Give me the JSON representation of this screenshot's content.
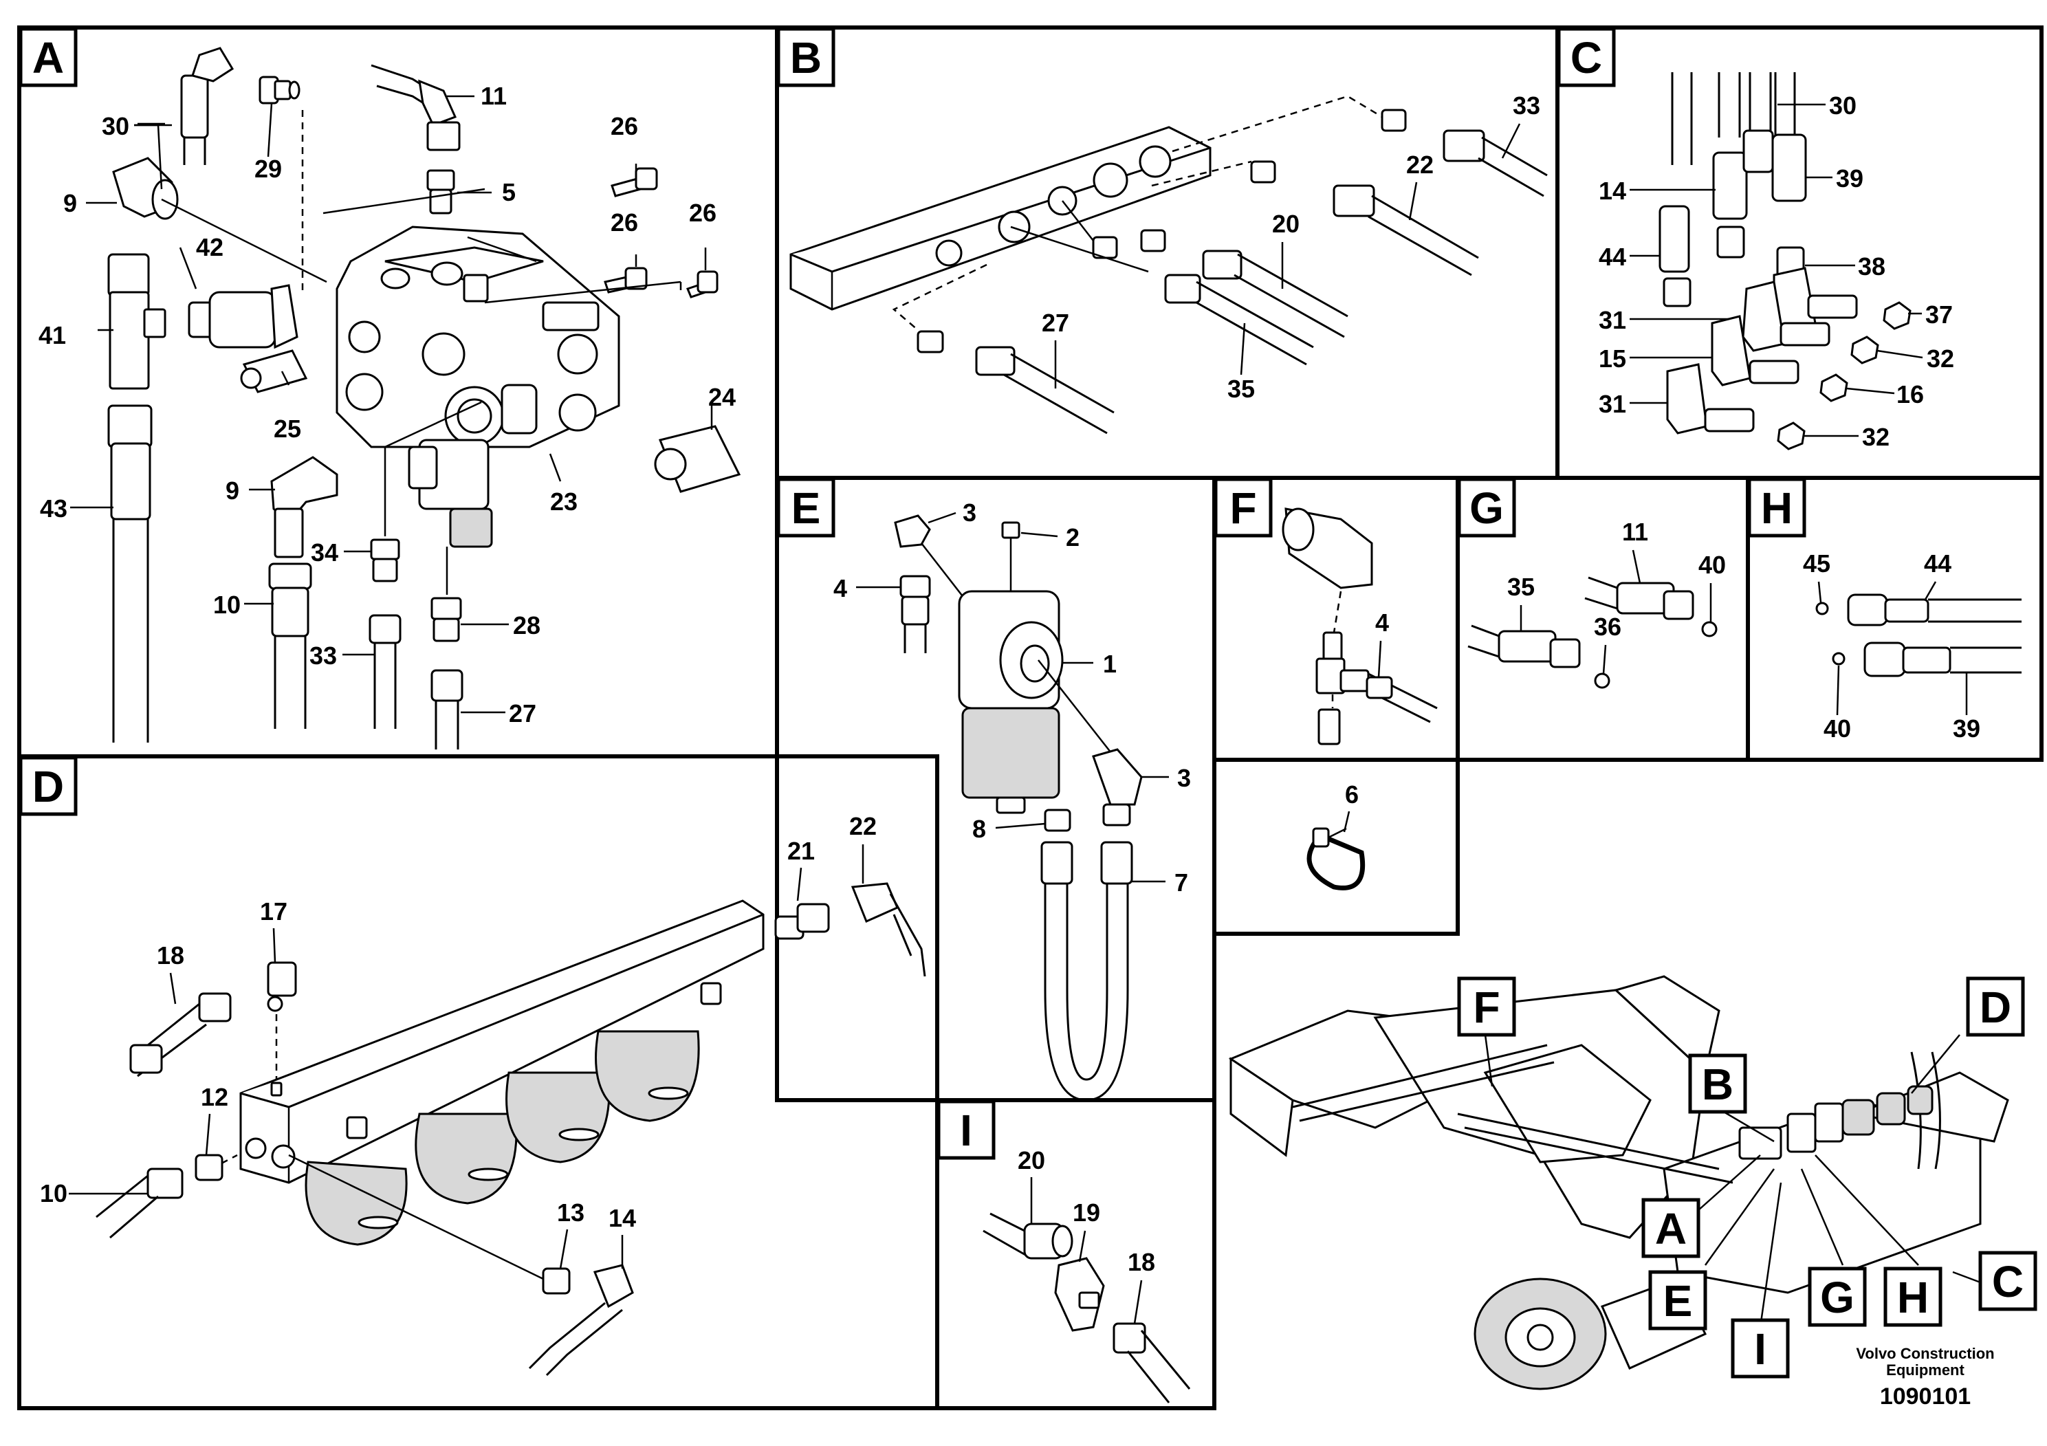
{
  "panels": {
    "A": {
      "label": "A",
      "callouts": {
        "c30": "30",
        "c29": "29",
        "c11": "11",
        "c26a": "26",
        "c26b": "26",
        "c26c": "26",
        "c5": "5",
        "c9a": "9",
        "c42": "42",
        "c41": "41",
        "c25": "25",
        "c24": "24",
        "c9b": "9",
        "c43": "43",
        "c34": "34",
        "c23": "23",
        "c10": "10",
        "c33": "33",
        "c28": "28",
        "c27": "27"
      }
    },
    "B": {
      "label": "B",
      "callouts": {
        "c33": "33",
        "c22": "22",
        "c20": "20",
        "c27": "27",
        "c35": "35"
      }
    },
    "C": {
      "label": "C",
      "callouts": {
        "c30": "30",
        "c14": "14",
        "c39": "39",
        "c44": "44",
        "c38": "38",
        "c37": "37",
        "c31a": "31",
        "c15": "15",
        "c32a": "32",
        "c16": "16",
        "c31b": "31",
        "c32b": "32"
      }
    },
    "D": {
      "label": "D",
      "callouts": {
        "c21": "21",
        "c22": "22",
        "c17": "17",
        "c18": "18",
        "c12": "12",
        "c10": "10",
        "c13": "13",
        "c14": "14"
      }
    },
    "E": {
      "label": "E",
      "callouts": {
        "c3a": "3",
        "c2": "2",
        "c4": "4",
        "c1": "1",
        "c3b": "3",
        "c8": "8",
        "c7": "7"
      }
    },
    "F": {
      "label": "F",
      "callouts": {
        "c4": "4"
      }
    },
    "F2": {
      "callouts": {
        "c6": "6"
      }
    },
    "G": {
      "label": "G",
      "callouts": {
        "c11": "11",
        "c40": "40",
        "c35": "35",
        "c36": "36"
      }
    },
    "H": {
      "label": "H",
      "callouts": {
        "c45": "45",
        "c44": "44",
        "c40": "40",
        "c39": "39"
      }
    },
    "I": {
      "label": "I",
      "callouts": {
        "c20": "20",
        "c19": "19",
        "c18": "18"
      }
    },
    "overview": {
      "labels": [
        "F",
        "D",
        "B",
        "A",
        "E",
        "I",
        "G",
        "H",
        "C"
      ]
    }
  },
  "credit_line1": "Volvo Construction",
  "credit_line2": "Equipment",
  "doc_number": "1090101"
}
